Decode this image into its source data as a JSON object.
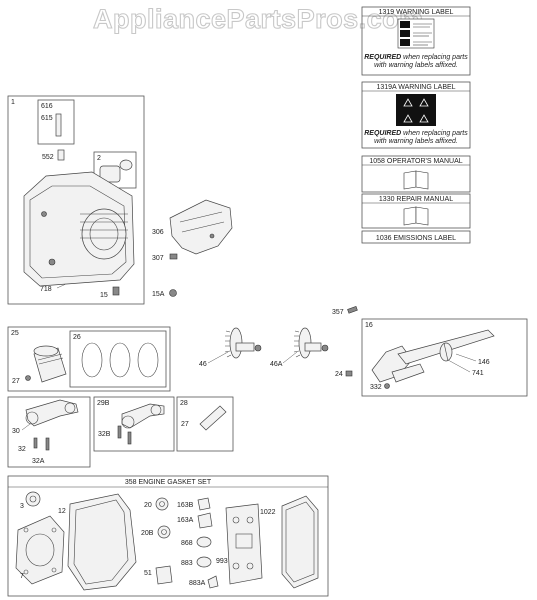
{
  "watermark": "AppliancePartsPros.com",
  "labels": {
    "warning_1319": {
      "title": "1319 WARNING LABEL",
      "required_bold": "REQUIRED",
      "required_rest": " when replacing parts",
      "required_line2": "with warning labels affixed."
    },
    "warning_1319A": {
      "title": "1319A WARNING LABEL",
      "required_bold": "REQUIRED",
      "required_rest": " when replacing parts",
      "required_line2": "with warning labels affixed."
    },
    "manual_1058": "1058 OPERATOR'S MANUAL",
    "manual_1330": "1330 REPAIR MANUAL",
    "label_1036": "1036 EMISSIONS LABEL",
    "gasket_set": "358 ENGINE GASKET SET"
  },
  "parts": {
    "p1": "1",
    "p616": "616",
    "p615": "615",
    "p552": "552",
    "p2": "2",
    "p718": "718",
    "p15": "15",
    "p306": "306",
    "p307": "307",
    "p15A": "15A",
    "p357": "357",
    "p25": "25",
    "p26": "26",
    "p27a": "27",
    "p46": "46",
    "p46A": "46A",
    "p16": "16",
    "p146": "146",
    "p741": "741",
    "p24": "24",
    "p332": "332",
    "p30": "30",
    "p32": "32",
    "p32A": "32A",
    "p29B": "29B",
    "p32B": "32B",
    "p28": "28",
    "p27b": "27",
    "p3": "3",
    "p12": "12",
    "p7": "7",
    "p20": "20",
    "p163B": "163B",
    "p163A": "163A",
    "p20B": "20B",
    "p868": "868",
    "p883": "883",
    "p993": "993",
    "p51": "51",
    "p883A": "883A",
    "p1022": "1022"
  }
}
